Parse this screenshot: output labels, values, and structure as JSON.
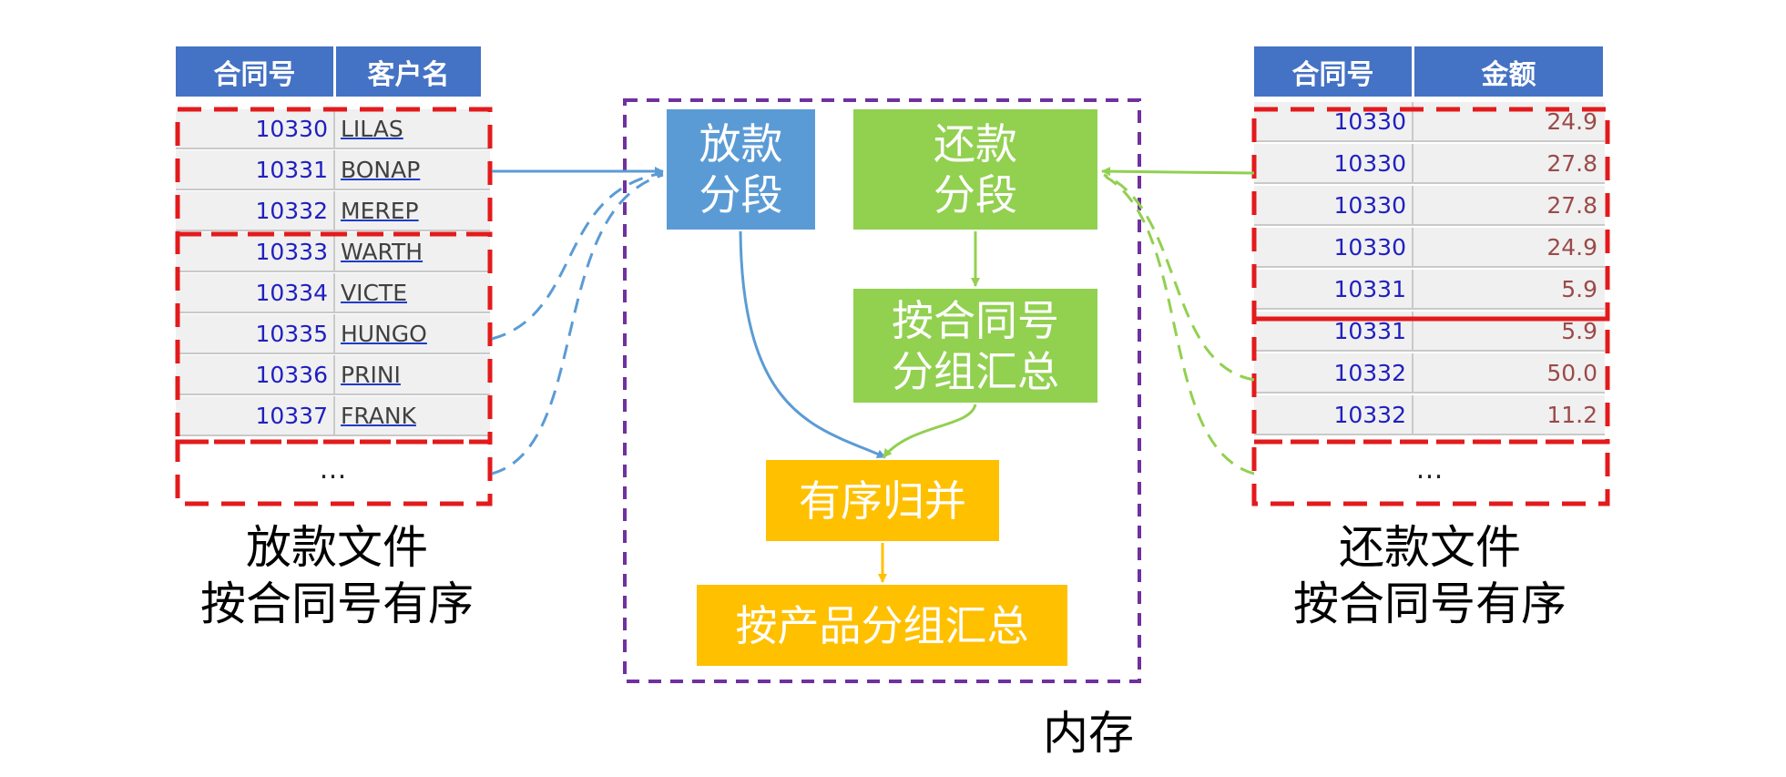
{
  "colors": {
    "header_blue": "#4472c4",
    "segment_red": "#e31a1c",
    "memory_purple": "#7030a0",
    "loan_blue": "#5b9bd5",
    "repay_green": "#92d050",
    "merge_orange": "#ffc000"
  },
  "loan_table": {
    "headers": [
      "合同号",
      "客户名"
    ],
    "rows": [
      {
        "contract": "10330",
        "customer": "LILAS"
      },
      {
        "contract": "10331",
        "customer": "BONAP"
      },
      {
        "contract": "10332",
        "customer": "MEREP"
      },
      {
        "contract": "10333",
        "customer": "WARTH"
      },
      {
        "contract": "10334",
        "customer": "VICTE"
      },
      {
        "contract": "10335",
        "customer": "HUNGO"
      },
      {
        "contract": "10336",
        "customer": "PRINI"
      },
      {
        "contract": "10337",
        "customer": "FRANK"
      }
    ],
    "ellipsis": "…",
    "caption_line1": "放款文件",
    "caption_line2": "按合同号有序"
  },
  "repay_table": {
    "headers": [
      "合同号",
      "金额"
    ],
    "rows": [
      {
        "contract": "10330",
        "amount": "24.9"
      },
      {
        "contract": "10330",
        "amount": "27.8"
      },
      {
        "contract": "10330",
        "amount": "27.8"
      },
      {
        "contract": "10330",
        "amount": "24.9"
      },
      {
        "contract": "10331",
        "amount": "5.9"
      },
      {
        "contract": "10331",
        "amount": "5.9"
      },
      {
        "contract": "10332",
        "amount": "50.0"
      },
      {
        "contract": "10332",
        "amount": "11.2"
      }
    ],
    "ellipsis": "…",
    "caption_line1": "还款文件",
    "caption_line2": "按合同号有序"
  },
  "memory": {
    "label": "内存",
    "loan_segment": {
      "line1": "放款",
      "line2": "分段"
    },
    "repay_segment": {
      "line1": "还款",
      "line2": "分段"
    },
    "group_by_contract": {
      "line1": "按合同号",
      "line2": "分组汇总"
    },
    "ordered_merge": "有序归并",
    "group_by_product": "按产品分组汇总"
  }
}
